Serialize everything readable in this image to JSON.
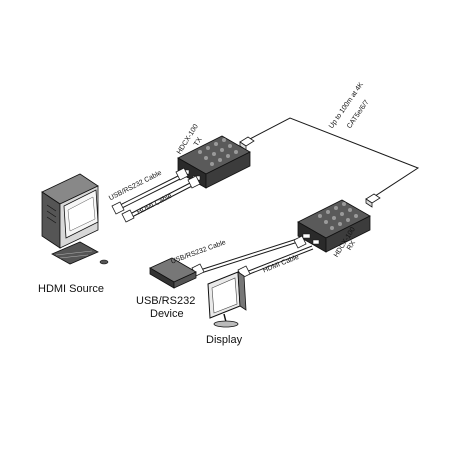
{
  "colors": {
    "line": "#1a1a1a",
    "device": "#3a3a3a",
    "device_dark": "#1e1e1e",
    "device_light": "#9a9a9a",
    "bg": "#ffffff"
  },
  "transmitter": {
    "model": "HDCX-100",
    "role": "TX"
  },
  "receiver": {
    "model": "HDCX-100",
    "role": "RX"
  },
  "link": {
    "distance": "Up to 100m at 4K",
    "cable": "CAT5e/6/7"
  },
  "cables": {
    "usb_rs232_tx": "USB/RS232  Cable",
    "hdmi_tx": "HDMI  Cable",
    "usb_rs232_rx": "USB/RS232  Cable",
    "hdmi_rx": "HDMI  Cable"
  },
  "endpoints": {
    "hdmi_source": "HDMI Source",
    "usb_device_line1": "USB/RS232",
    "usb_device_line2": "Device",
    "display": "Display"
  }
}
